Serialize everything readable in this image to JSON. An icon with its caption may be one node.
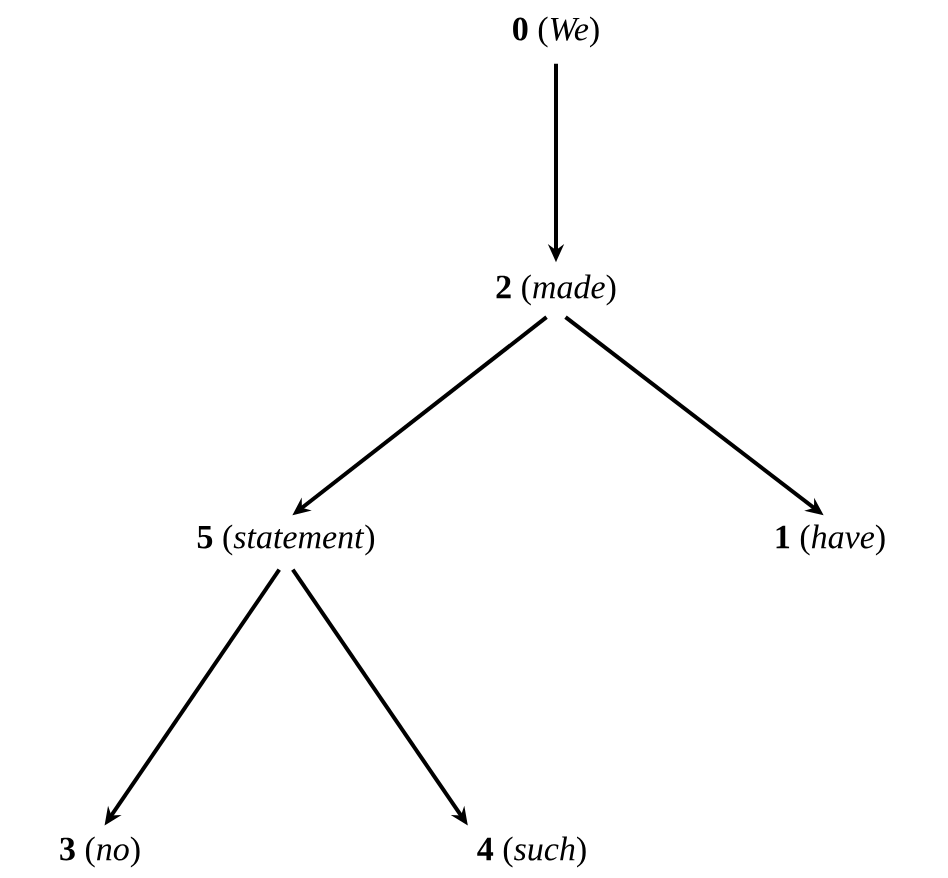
{
  "diagram": {
    "nodes": [
      {
        "text": [
          "**0** (*We*)"
        ]
      },
      {
        "text": [
          "**2** (*made*)"
        ]
      },
      {
        "text": [
          "**5** (*statement*)"
        ]
      },
      {
        "text": [
          "**1** (*have*)"
        ]
      },
      {
        "text": [
          "**3** (*no*)"
        ]
      },
      {
        "text": [
          "**4** (*such*)"
        ]
      }
    ],
    "edges": [
      {
        "from": 0,
        "to": 1,
        "arrow": "to"
      },
      {
        "from": 1,
        "to": 2,
        "arrow": "to"
      },
      {
        "from": 1,
        "to": 3,
        "arrow": "to"
      },
      {
        "from": 2,
        "to": 4,
        "arrow": "to"
      },
      {
        "from": 2,
        "to": 5,
        "arrow": "to"
      }
    ]
  }
}
